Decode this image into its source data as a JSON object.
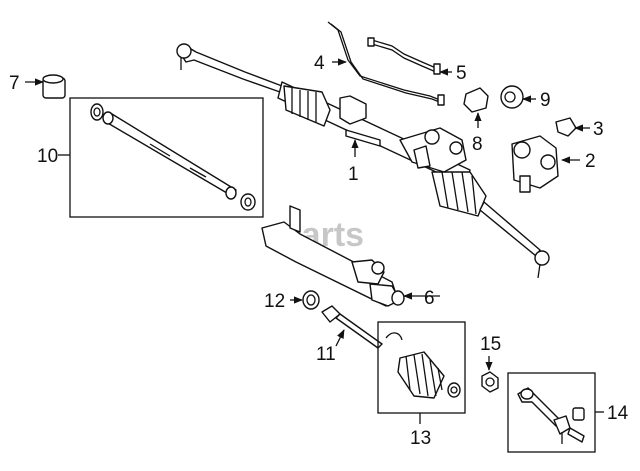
{
  "watermark": "vparts",
  "callouts": [
    {
      "id": "1",
      "text": "1"
    },
    {
      "id": "2",
      "text": "2"
    },
    {
      "id": "3",
      "text": "3"
    },
    {
      "id": "4",
      "text": "4"
    },
    {
      "id": "5",
      "text": "5"
    },
    {
      "id": "6",
      "text": "6"
    },
    {
      "id": "7",
      "text": "7"
    },
    {
      "id": "8",
      "text": "8"
    },
    {
      "id": "9",
      "text": "9"
    },
    {
      "id": "10",
      "text": "10"
    },
    {
      "id": "11",
      "text": "11"
    },
    {
      "id": "12",
      "text": "12"
    },
    {
      "id": "13",
      "text": "13"
    },
    {
      "id": "14",
      "text": "14"
    },
    {
      "id": "15",
      "text": "15"
    }
  ]
}
